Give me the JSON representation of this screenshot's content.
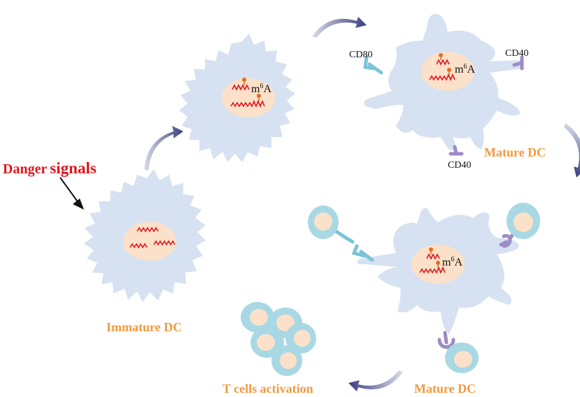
{
  "labels": {
    "danger_word1": "Danger",
    "danger_word2": "signals",
    "immature_dc": "Immature DC",
    "mature_dc_top": "Mature DC",
    "mature_dc_bottom": "Mature DC",
    "t_cells_activation": "T cells activation"
  },
  "markers": {
    "m6a_prefix": "m",
    "m6a_sup": "6",
    "m6a_suffix": "A",
    "cd80": "CD80",
    "cd40_right": "CD40",
    "cd40_bottom": "CD40"
  },
  "colors": {
    "cell_fill": "#d6e2f1",
    "nucleus_fill": "#fbe1c9",
    "rna_red": "#e2161d",
    "methyl_orange": "#e96b1b",
    "label_orange": "#f39a3f",
    "cd80_blue": "#7cc3d8",
    "cd40_purple": "#9d8cc3",
    "tcell_body": "#a9d8e5",
    "arrow_dark": "#3a3d80"
  }
}
